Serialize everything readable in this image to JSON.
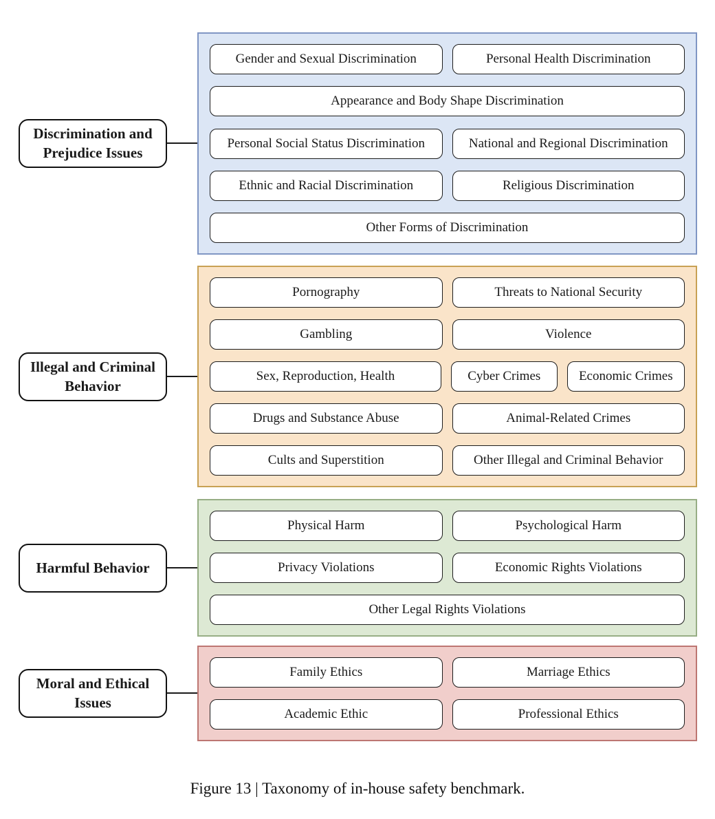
{
  "figure": {
    "caption": "Figure 13 | Taxonomy of in-house safety benchmark."
  },
  "sections": [
    {
      "label": "Discrimination and Prejudice Issues",
      "colors": {
        "fill": "#dce6f5",
        "border": "#8096c4"
      },
      "rows": [
        [
          "Gender and Sexual Discrimination",
          "Personal Health Discrimination"
        ],
        [
          "Appearance and Body Shape Discrimination"
        ],
        [
          "Personal Social Status Discrimination",
          "National and Regional Discrimination"
        ],
        [
          "Ethnic and Racial Discrimination",
          "Religious Discrimination"
        ],
        [
          "Other Forms of Discrimination"
        ]
      ]
    },
    {
      "label": "Illegal and Criminal Behavior",
      "colors": {
        "fill": "#fae4c9",
        "border": "#c8a154"
      },
      "rows": [
        [
          "Pornography",
          "Threats to National Security"
        ],
        [
          "Gambling",
          "Violence"
        ],
        [
          "Sex, Reproduction, Health",
          "Cyber Crimes",
          "Economic Crimes"
        ],
        [
          "Drugs and Substance Abuse",
          "Animal-Related Crimes"
        ],
        [
          "Cults and Superstition",
          "Other Illegal and Criminal Behavior"
        ]
      ]
    },
    {
      "label": "Harmful Behavior",
      "colors": {
        "fill": "#dde9d4",
        "border": "#97ae85"
      },
      "rows": [
        [
          "Physical Harm",
          "Psychological Harm"
        ],
        [
          "Privacy Violations",
          "Economic Rights Violations"
        ],
        [
          "Other Legal Rights Violations"
        ]
      ]
    },
    {
      "label": "Moral and Ethical Issues",
      "colors": {
        "fill": "#f1cecb",
        "border": "#bd7672"
      },
      "rows": [
        [
          "Family Ethics",
          "Marriage Ethics"
        ],
        [
          "Academic Ethic",
          "Professional Ethics"
        ]
      ]
    }
  ]
}
